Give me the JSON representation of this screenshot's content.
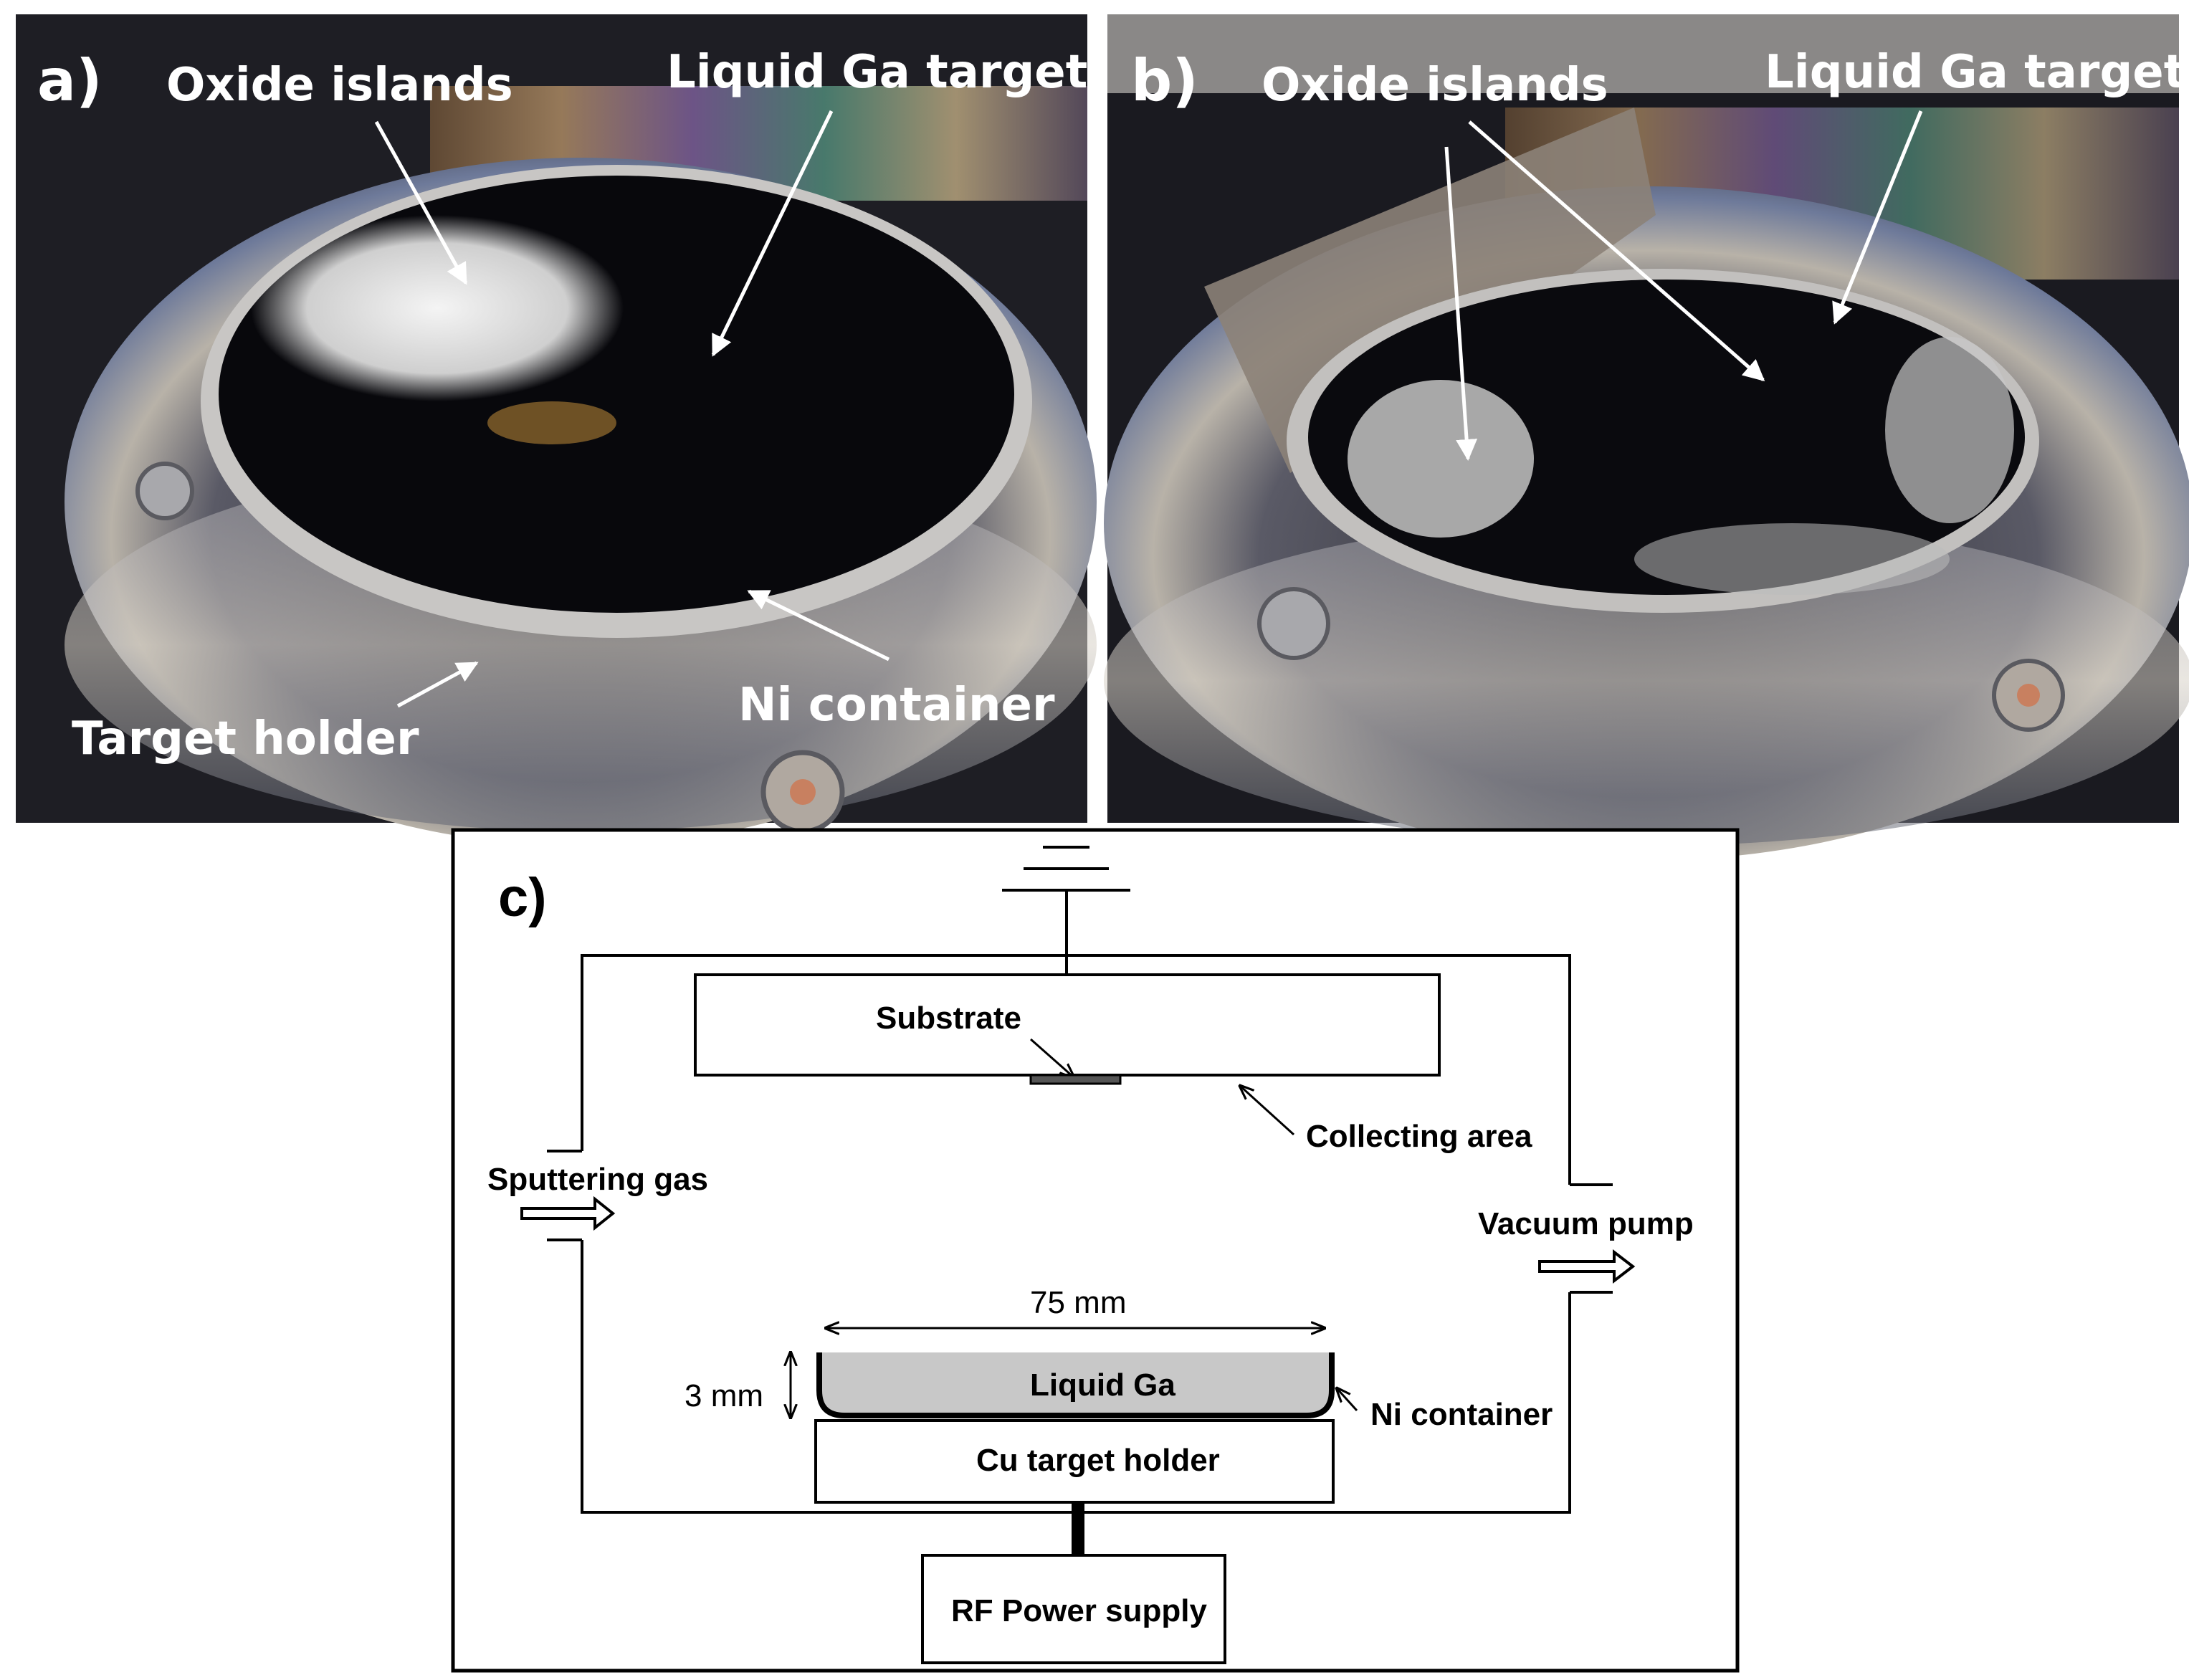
{
  "panel_a": {
    "letter": "a)",
    "labels": {
      "oxide_islands": "Oxide islands",
      "liquid_ga_target": "Liquid Ga target",
      "ni_container": "Ni container",
      "target_holder": "Target holder"
    }
  },
  "panel_b": {
    "letter": "b)",
    "labels": {
      "oxide_islands": "Oxide islands",
      "liquid_ga_target": "Liquid Ga target"
    }
  },
  "panel_c": {
    "letter": "c)",
    "labels": {
      "substrate": "Substrate",
      "collecting_area": "Collecting area",
      "sputtering_gas": "Sputtering gas",
      "vacuum_pump": "Vacuum pump",
      "width": "75 mm",
      "depth": "3 mm",
      "liquid_ga": "Liquid Ga",
      "ni_container": "Ni container",
      "cu_target_holder": "Cu target holder",
      "rf_power_supply": "RF Power supply"
    }
  },
  "colors": {
    "liquid_ga_fill": "#c8c8c8",
    "photo_text": "#ffffff",
    "diagram_line": "#000000"
  }
}
